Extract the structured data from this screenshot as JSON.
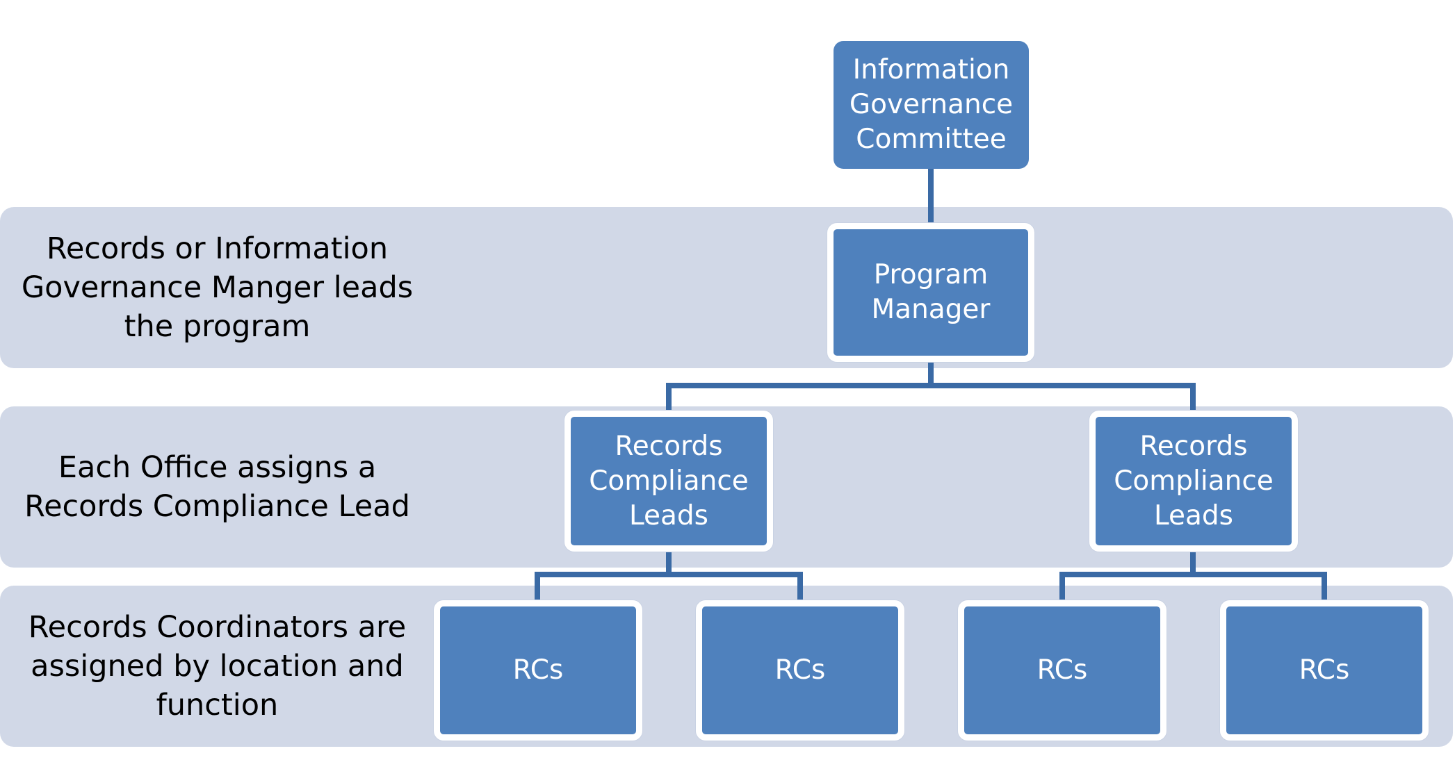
{
  "bands": [
    {
      "id": "manager",
      "text": "Records or Information\nGovernance Manger leads\nthe program"
    },
    {
      "id": "leads",
      "text": "Each Office assigns a\nRecords  Compliance Lead"
    },
    {
      "id": "coordinators",
      "text": "Records Coordinators are\nassigned by location and\nfunction"
    }
  ],
  "nodes": {
    "committee": "Information\nGovernance\nCommittee",
    "program_manager": "Program\nManager",
    "lead_left": "Records\nCompliance\nLeads",
    "lead_right": "Records\nCompliance\nLeads",
    "rc_1": "RCs",
    "rc_2": "RCs",
    "rc_3": "RCs",
    "rc_4": "RCs"
  },
  "colors": {
    "band": "#d1d8e7",
    "node": "#4f81bd",
    "connector": "#3a6aa5",
    "node_text": "#ffffff"
  }
}
